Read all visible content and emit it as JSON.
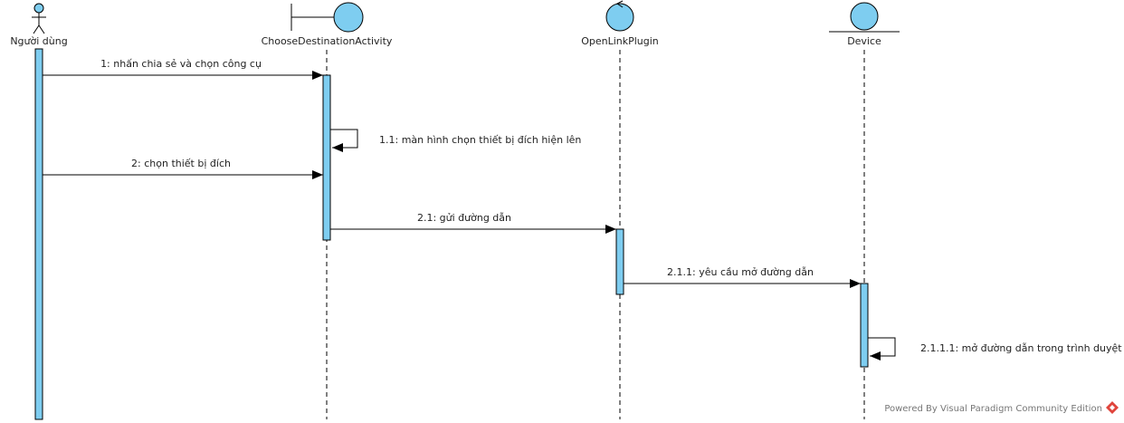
{
  "participants": [
    {
      "id": "user",
      "name": "Người dùng",
      "kind": "actor"
    },
    {
      "id": "cda",
      "name": "ChooseDestinationActivity",
      "kind": "boundary"
    },
    {
      "id": "olp",
      "name": "OpenLinkPlugin",
      "kind": "control"
    },
    {
      "id": "dev",
      "name": "Device",
      "kind": "entity"
    }
  ],
  "messages": [
    {
      "label": "1: nhấn chia sẻ và chọn công cụ",
      "from": "user",
      "to": "cda"
    },
    {
      "label": "1.1: màn hình chọn thiết bị đích hiện lên",
      "from": "cda",
      "to": "cda",
      "self": true
    },
    {
      "label": "2: chọn thiết bị đích",
      "from": "user",
      "to": "cda"
    },
    {
      "label": "2.1: gửi đường dẫn",
      "from": "cda",
      "to": "olp"
    },
    {
      "label": "2.1.1: yêu cầu mở đường dẫn",
      "from": "olp",
      "to": "dev"
    },
    {
      "label": "2.1.1.1: mở đường dẫn trong trình duyệt",
      "from": "dev",
      "to": "dev",
      "self": true
    }
  ],
  "watermark": "Powered By Visual Paradigm Community Edition",
  "colors": {
    "fill": "#7ecdf0",
    "stroke": "#000000",
    "watermark_logo": "#e0443c"
  }
}
